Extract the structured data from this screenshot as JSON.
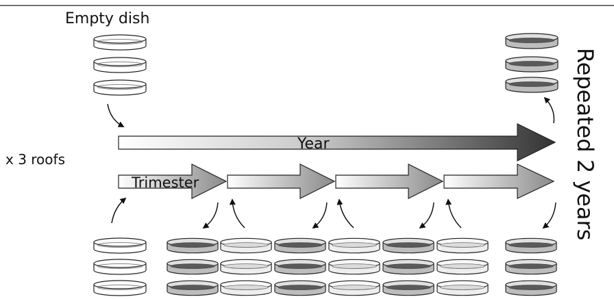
{
  "labels": {
    "empty_dish": "Empty dish",
    "roofs": "x 3 roofs",
    "year": "Year",
    "trimester": "Trimester",
    "repeated": "Repeated 2 years"
  },
  "colors": {
    "dish_empty": "#ffffff",
    "dish_light": "#f0f0f0",
    "dish_dark": "#666666",
    "arrow_dark": "#3a3a3a",
    "arrow_mid": "#8a8a8a",
    "stroke": "#222222"
  }
}
